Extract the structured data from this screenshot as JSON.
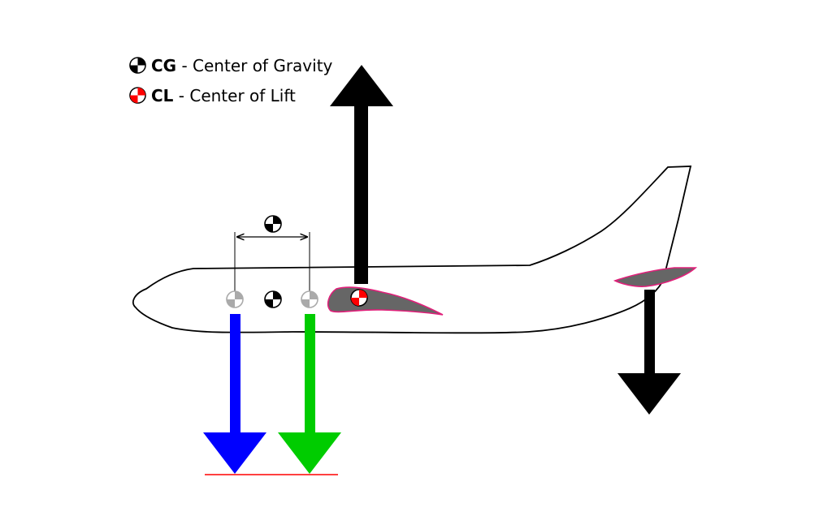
{
  "legend": {
    "cg": {
      "abbr": "CG",
      "text": " - Center of Gravity"
    },
    "cl": {
      "abbr": "CL",
      "text": " - Center of Lift"
    }
  },
  "colors": {
    "cg_marker": "#000000",
    "cl_marker": "#ff0000",
    "shifted_cg_marker": "#aaaaaa",
    "wing_fill": "#666666",
    "wing_outline": "#e0207a",
    "forward_weight_arrow": "#0000ff",
    "aft_weight_arrow": "#00cc00",
    "lift_arrow": "#000000",
    "tail_downforce_arrow": "#000000",
    "ground_line": "#ff0000"
  }
}
